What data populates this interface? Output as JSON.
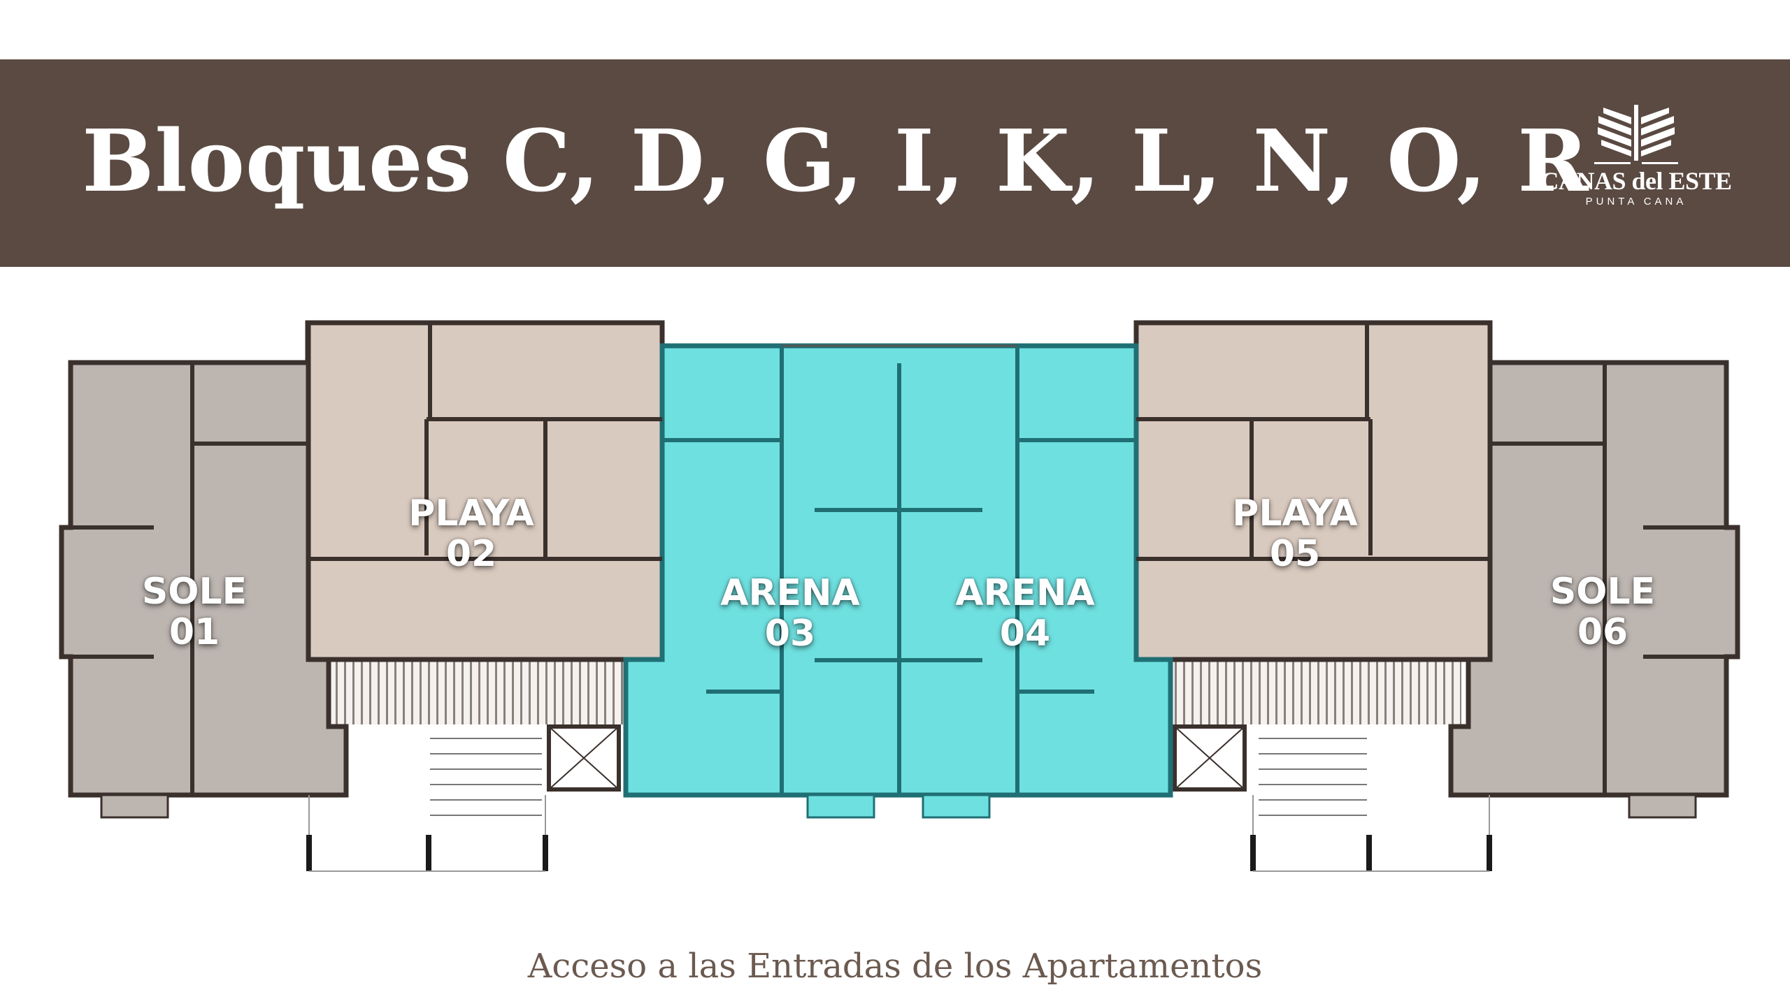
{
  "header": {
    "title": "Bloques C, D, G, I, K, L, N, O, R"
  },
  "logo": {
    "brand": "CANAS del ESTE",
    "location": "PUNTA CANA"
  },
  "units": [
    {
      "name": "SOLE",
      "number": "01"
    },
    {
      "name": "PLAYA",
      "number": "02"
    },
    {
      "name": "ARENA",
      "number": "03"
    },
    {
      "name": "ARENA",
      "number": "04"
    },
    {
      "name": "PLAYA",
      "number": "05"
    },
    {
      "name": "SOLE",
      "number": "06"
    }
  ],
  "colors": {
    "banner": "#5a4a42",
    "sole": "#bdb5b0",
    "playa": "#d9cabf",
    "arena": "#6fe0e0",
    "wall": "#3a302c"
  },
  "caption": "Acceso a las Entradas de los Apartamentos"
}
